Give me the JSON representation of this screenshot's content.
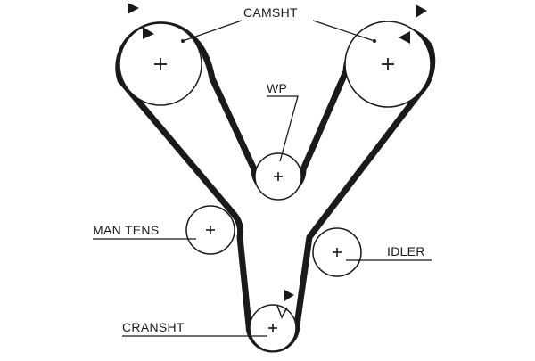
{
  "diagram": {
    "labels": {
      "camshaft": "CAMSHT",
      "water_pump": "WP",
      "manual_tensioner": "MAN TENS",
      "idler": "IDLER",
      "crankshaft": "CRANSHT"
    },
    "colors": {
      "belt": "#1a1a1a",
      "outline": "#1a1a1a",
      "background": "#ffffff"
    },
    "icons": [
      "pulley-center-cross-icon",
      "timing-mark-triangle-icon"
    ]
  }
}
